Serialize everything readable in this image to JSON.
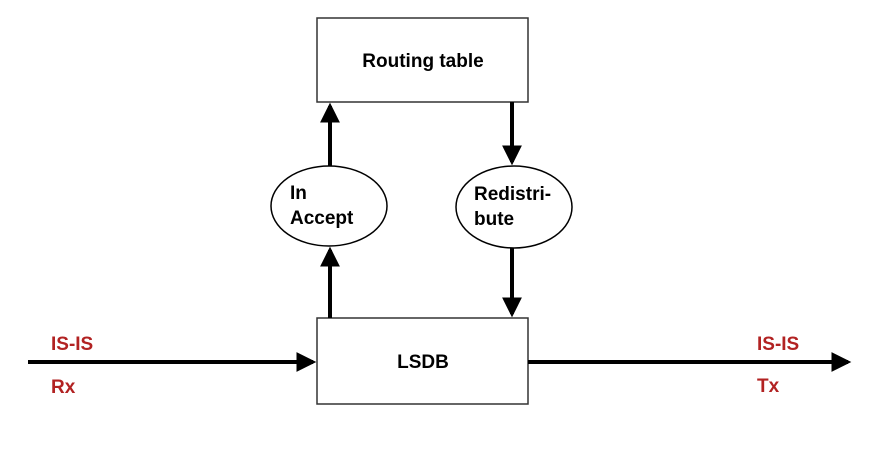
{
  "nodes": {
    "routing_table": "Routing table",
    "lsdb": "LSDB",
    "in_accept": {
      "line1": "In",
      "line2": "Accept"
    },
    "redistribute": {
      "line1": "Redistri-",
      "line2": "bute"
    }
  },
  "labels": {
    "rx_proto": "IS-IS",
    "rx": "Rx",
    "tx_proto": "IS-IS",
    "tx": "Tx"
  },
  "colors": {
    "label_red": "#b22222",
    "stroke": "#000000"
  }
}
